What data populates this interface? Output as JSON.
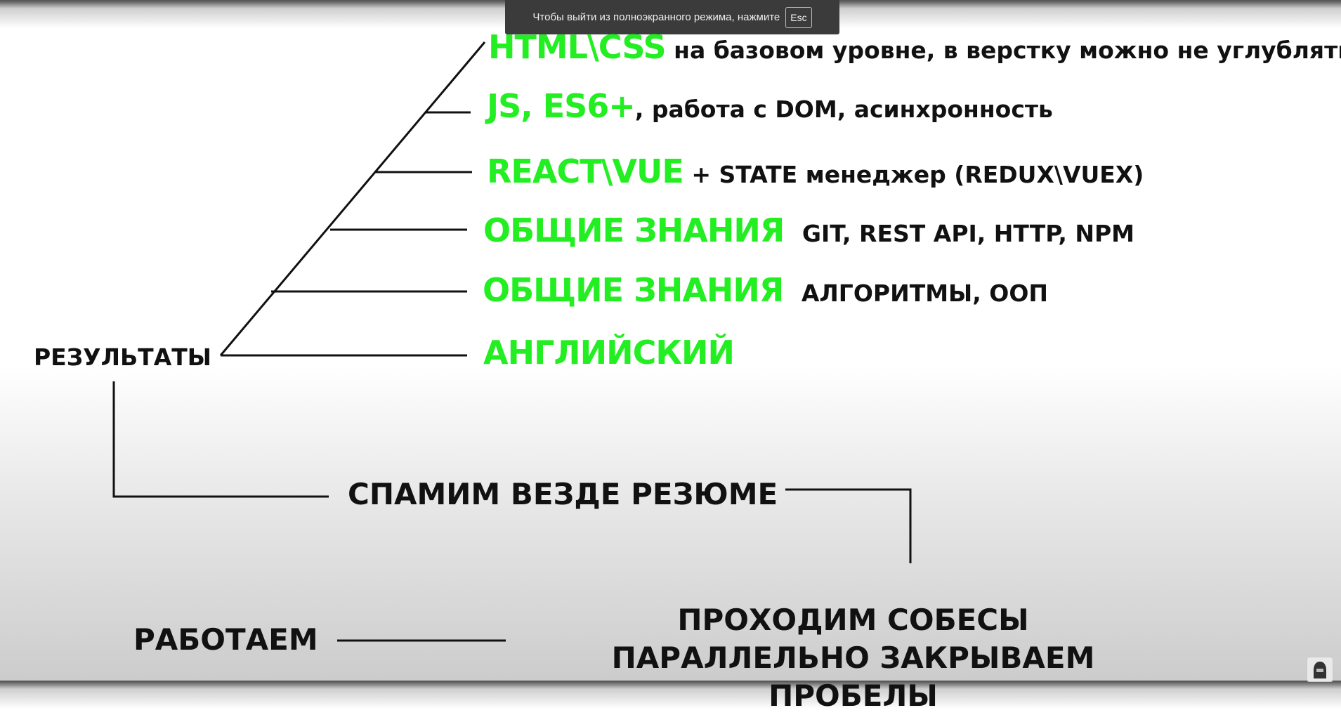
{
  "fullscreen_notice": {
    "message": "Чтобы выйти из полноэкранного режима, нажмите",
    "key": "Esc"
  },
  "diagram": {
    "root_label": "РЕЗУЛЬТАТЫ",
    "branches": [
      {
        "highlight": "HTML\\CSS",
        "rest": "на базовом уровне, в верстку можно не углубляться"
      },
      {
        "highlight": "JS, ES6+",
        "rest": ", работа с DOM, асинхронность"
      },
      {
        "highlight": "REACT\\VUE",
        "rest": "+ STATE менеджер (REDUX\\VUEX)"
      },
      {
        "highlight": "ОБЩИЕ ЗНАНИЯ",
        "rest": "GIT, REST API, HTTP, NPM"
      },
      {
        "highlight": "ОБЩИЕ ЗНАНИЯ",
        "rest": "АЛГОРИТМЫ, ООП"
      },
      {
        "highlight": "АНГЛИЙСКИЙ",
        "rest": ""
      }
    ],
    "step_spam": "СПАМИМ ВЕЗДЕ РЕЗЮМЕ",
    "step_interviews_line1": "ПРОХОДИМ СОБЕСЫ",
    "step_interviews_line2": "ПАРАЛЛЕЛЬНО ЗАКРЫВАЕМ ПРОБЕЛЫ",
    "step_work": "РАБОТАЕМ"
  },
  "watermark_icon": "channel-avatar-icon",
  "colors": {
    "highlight": "#22ee22",
    "text": "#111111",
    "toast_bg": "#3b3b3b"
  }
}
